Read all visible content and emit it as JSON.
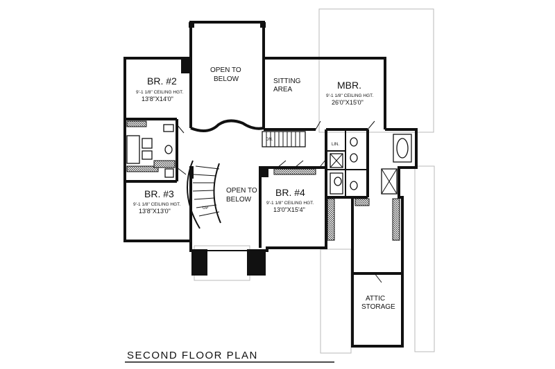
{
  "plan_title": "SECOND FLOOR PLAN",
  "rooms": {
    "br2": {
      "name": "BR. #2",
      "ceiling": "9'-1 1/8\" CEILING HGT.",
      "size": "13'8\"X14'0\""
    },
    "open_to_below_top": {
      "line1": "OPEN TO",
      "line2": "BELOW"
    },
    "sitting_area": {
      "line1": "SITTING",
      "line2": "AREA"
    },
    "mbr": {
      "name": "MBR.",
      "ceiling": "9'-1 1/8\" CEILING HGT.",
      "size": "26'0\"X15'0\""
    },
    "br3": {
      "name": "BR. #3",
      "ceiling": "9'-1 1/8\" CEILING HGT.",
      "size": "13'8\"X13'0\""
    },
    "open_to_below_mid": {
      "line1": "OPEN TO",
      "line2": "BELOW"
    },
    "br4": {
      "name": "BR. #4",
      "ceiling": "9'-1 1/8\" CEILING HGT.",
      "size": "13'0\"X15'4\""
    },
    "attic_storage": {
      "line1": "ATTIC",
      "line2": "STORAGE"
    }
  },
  "small_labels": {
    "linen": "LIN.",
    "down": "DN.",
    "up": "UP"
  }
}
